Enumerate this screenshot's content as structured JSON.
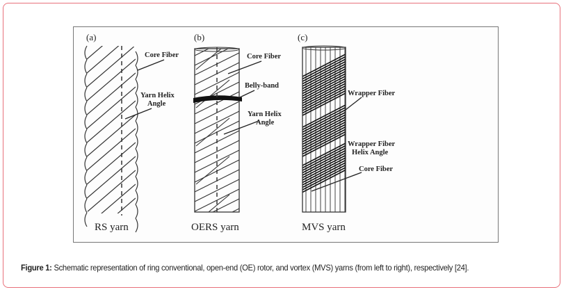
{
  "figure": {
    "panels": [
      {
        "tag": "(a)",
        "name": "RS yarn",
        "labels": [
          "Core Fiber",
          "Yarn Helix",
          "Angle"
        ]
      },
      {
        "tag": "(b)",
        "name": "OERS yarn",
        "labels": [
          "Core Fiber",
          "Belly-band",
          "Yarn Helix",
          "Angle"
        ]
      },
      {
        "tag": "(c)",
        "name": "MVS yarn",
        "labels": [
          "Wrapper Fiber",
          "Wrapper Fiber",
          "Helix Angle",
          "Core Fiber"
        ]
      }
    ]
  },
  "caption": {
    "label": "Figure 1:",
    "text": " Schematic representation of ring conventional, open-end (OE) rotor, and vortex (MVS) yarns (from left to right), respectively [24]."
  },
  "colors": {
    "border": "#e8707a",
    "ink": "#222222"
  }
}
